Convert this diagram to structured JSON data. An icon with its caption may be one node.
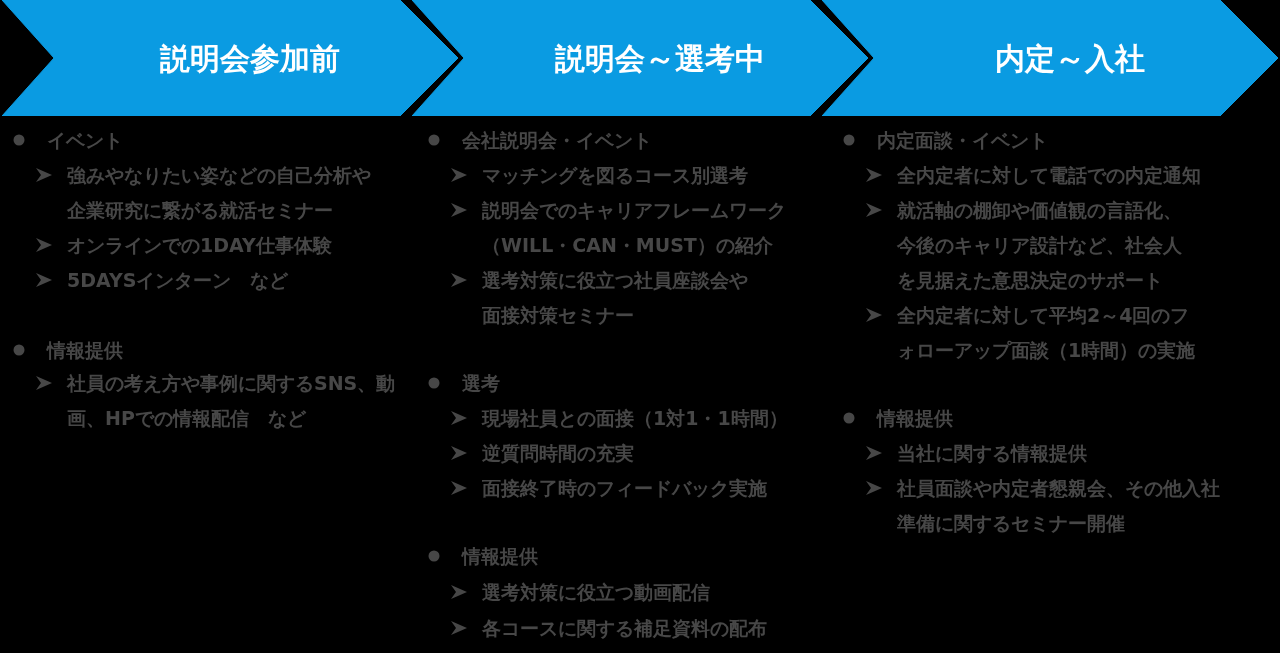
{
  "diagram": {
    "nodes": [
      {
        "text": [
          "説明会参加前"
        ]
      },
      {
        "text": [
          "説明会～選考中"
        ]
      },
      {
        "text": [
          "内定～入社"
        ]
      }
    ],
    "labels": [
      "イベント",
      "強みやなりたい姿などの自己分析や企業研究に繋がる就活セミナー",
      "オンラインでの1DAY仕事体験",
      "5DAYSインターン　など",
      "情報提供",
      "社員の考え方や事例に関するSNS、動画、HPでの情報配信　など",
      "会社説明会・イベント",
      "マッチングを図るコース別選考",
      "説明会でのキャリアフレームワーク（WILL・CAN・MUST）の紹介",
      "選考対策に役立つ社員座談会や面接対策セミナー",
      "選考",
      "現場社員との面接（1対1・1時間）",
      "逆質問時間の充実",
      "面接終了時のフィードバック実施",
      "情報提供",
      "選考対策に役立つ動画配信",
      "各コースに関する補足資料の配布",
      "内定面談・イベント",
      "全内定者に対して電話での内定通知",
      "就活軸の棚卸や価値観の言語化、今後のキャリア設計など、社会人を見据えた意思決定のサポート",
      "全内定者に対して平均2～4回のフォローアップ面談（1時間）の実施",
      "情報提供",
      "当社に関する情報提供",
      "社員面談や内定者懇親会、その他入社準備に関するセミナー開催"
    ]
  }
}
